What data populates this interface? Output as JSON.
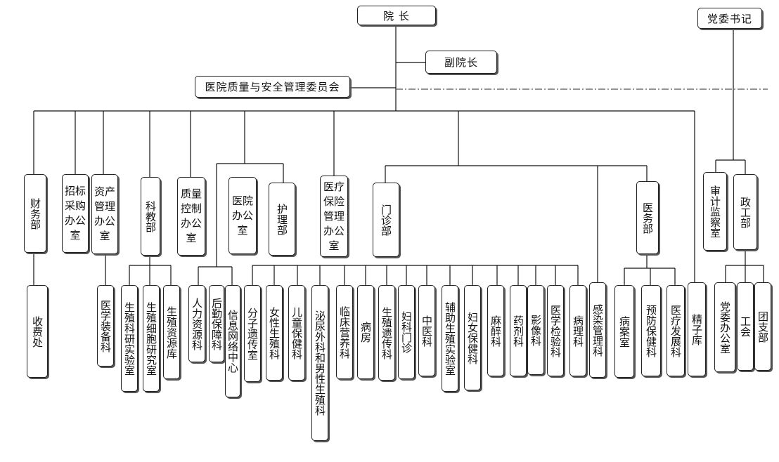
{
  "nodes": {
    "president": "院 长",
    "party_secretary": "党委书记",
    "vice_president": "副院长",
    "quality_committee": "医院质量与安全管理委员会",
    "finance": "财务部",
    "bidding": [
      "招标",
      "采购",
      "办公",
      "室"
    ],
    "asset": [
      "资产",
      "管理",
      "办公",
      "室"
    ],
    "research_edu": "科教部",
    "quality_control": [
      "质量",
      "控制",
      "办公",
      "室"
    ],
    "hospital_office": [
      "医院",
      "办公",
      "室"
    ],
    "nursing": "护理部",
    "insurance": [
      "医疗",
      "保险",
      "管理",
      "办公",
      "室"
    ],
    "outpatient": "门诊部",
    "medical_affairs": "医务部",
    "audit": "审计监察室",
    "political": "政工部",
    "cashier": "收费处",
    "med_equipment": "医学装备科",
    "repro_lab": "生殖科研实验室",
    "repro_cell": "生殖细胞研究室",
    "repro_bank": "生殖资源库",
    "hr": "人力资源科",
    "logistics": "后勤保障科",
    "it_center": "信息网络中心",
    "molecular": "分子遗传室",
    "female_repro": "女性生殖科",
    "child_health": "儿童保健科",
    "urology": "泌尿外科和男性生殖科",
    "nutrition": "临床营养科",
    "ward": "病房",
    "repro_genetics": "生殖遗传科",
    "gyn_clinic": "妇科门诊",
    "tcm": "中医科",
    "art_lab": "辅助生殖实验室",
    "women_health": "妇女保健科",
    "anesthesia": "麻醉科",
    "pharmacy": "药剂科",
    "imaging": "影像科",
    "lab": "医学检验科",
    "pathology": "病理科",
    "infection": "感染管理科",
    "records": "病案室",
    "prevention": "预防保健科",
    "development": "医疗发展科",
    "sperm_bank": "精子库",
    "party_office": "党委办公室",
    "union": "工会",
    "youth_league": "团支部"
  }
}
